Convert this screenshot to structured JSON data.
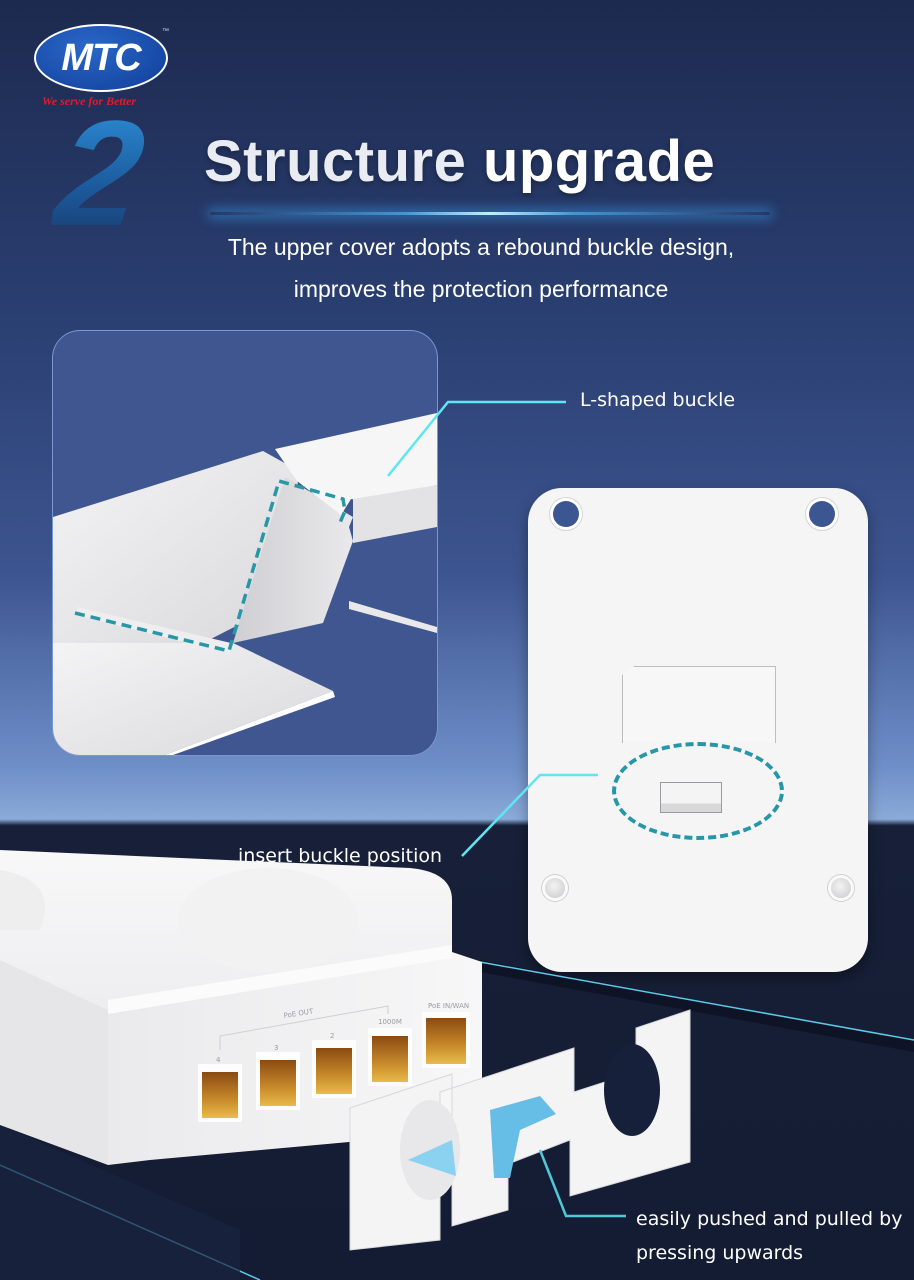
{
  "brand": {
    "logo_text": "MTC",
    "trademark": "™",
    "tagline": "We serve for Better",
    "colors": {
      "logo_blue": "#1749a5",
      "tagline_red": "#e21b2a"
    }
  },
  "section": {
    "number": "2",
    "title_word1": "Structure",
    "title_word2": "upgrade",
    "subtitle_line1": "The upper cover adopts a rebound buckle design,",
    "subtitle_line2": "improves the protection performance"
  },
  "callouts": {
    "l_shaped": "L-shaped buckle",
    "insert_position": "insert buckle position",
    "push_pull_line1": "easily pushed and pulled by",
    "push_pull_line2": "pressing upwards"
  },
  "device": {
    "port_group_label": "PoE OUT",
    "ports": [
      {
        "label": "4"
      },
      {
        "label": "3"
      },
      {
        "label": "2"
      },
      {
        "label": "1000M"
      },
      {
        "label": "PoE IN/WAN"
      }
    ]
  },
  "colors": {
    "accent_cyan": "#5ee6f2",
    "dash_teal": "#2797a8",
    "bg_top": "#1d2a4f",
    "bg_bottom": "#141c33"
  }
}
